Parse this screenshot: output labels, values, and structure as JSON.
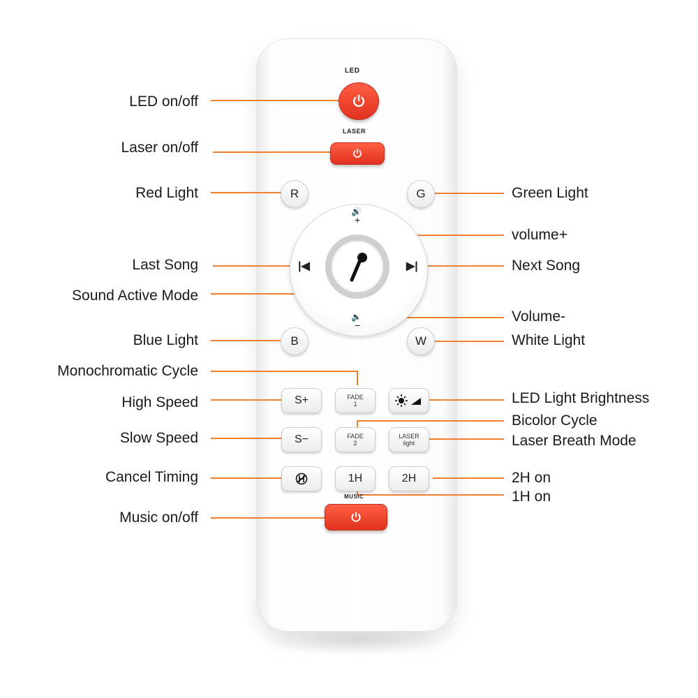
{
  "remote": {
    "led_label": "LED",
    "laser_label": "LASER",
    "music_label": "MUSIC",
    "buttons": {
      "r": "R",
      "g": "G",
      "b": "B",
      "w": "W",
      "s_plus": "S+",
      "s_minus": "S−",
      "fade1_line1": "FADE",
      "fade1_line2": "1",
      "fade2_line1": "FADE",
      "fade2_line2": "2",
      "laser_light_line1": "LASER",
      "laser_light_line2": "light",
      "h1": "1H",
      "h2": "2H"
    },
    "icons": {
      "power": "power-icon",
      "speaker": "speaker-icon",
      "microphone": "microphone-icon",
      "prev": "previous-track-icon",
      "next": "next-track-icon",
      "brightness": "brightness-icon",
      "cancel_timer": "cancel-timer-icon"
    },
    "accent_color": "#e8402a",
    "line_color": "#f08030"
  },
  "callouts": {
    "left": [
      "LED on/off",
      "Laser on/off",
      "Red Light",
      "Last Song",
      "Sound Active Mode",
      "Blue Light",
      "Monochromatic Cycle",
      "High Speed",
      "Slow Speed",
      "Cancel Timing",
      "Music on/off"
    ],
    "right": [
      "Green Light",
      "volume+",
      "Next Song",
      "Volume-",
      "White Light",
      "LED Light Brightness",
      "Bicolor Cycle",
      "Laser Breath Mode",
      "2H on",
      "1H on"
    ]
  }
}
